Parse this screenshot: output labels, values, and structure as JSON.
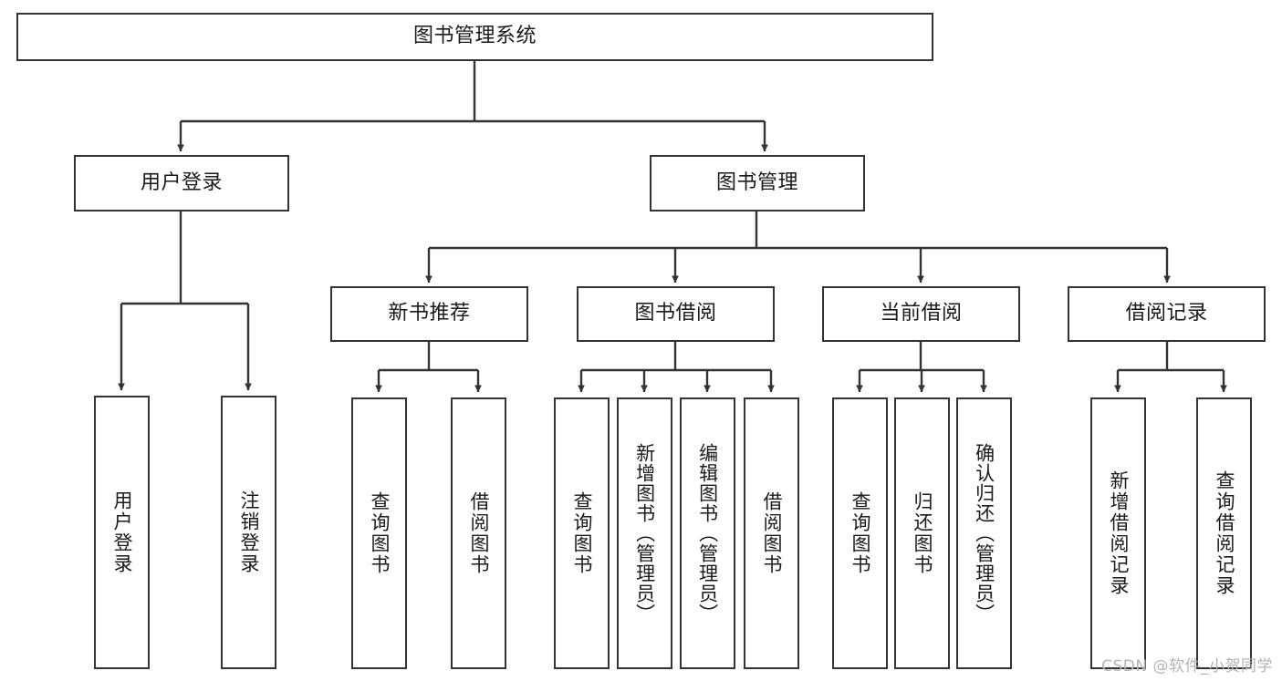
{
  "diagram": {
    "kind": "tree-structure-chart",
    "title": "图书管理系统",
    "watermark": "CSDN @软件_小贺同学",
    "colors": {
      "stroke": "#333333",
      "fill": "#ffffff",
      "text": "#1a1a1a",
      "watermark": "#b4b4b4"
    },
    "nodes": {
      "root": {
        "label": "图书管理系统"
      },
      "level2": [
        {
          "id": "user-login",
          "label": "用户登录"
        },
        {
          "id": "book-manage",
          "label": "图书管理"
        }
      ],
      "level3": [
        {
          "id": "new-book-recommend",
          "label": "新书推荐"
        },
        {
          "id": "book-borrow",
          "label": "图书借阅"
        },
        {
          "id": "current-borrow",
          "label": "当前借阅"
        },
        {
          "id": "borrow-record",
          "label": "借阅记录"
        }
      ],
      "leaves": {
        "user_login": [
          {
            "id": "leaf-user-login",
            "label": "用户登录"
          },
          {
            "id": "leaf-logout-login",
            "label": "注销登录"
          }
        ],
        "new_book_recommend": [
          {
            "id": "leaf-query-book-1",
            "label": "查询图书"
          },
          {
            "id": "leaf-borrow-book-1",
            "label": "借阅图书"
          }
        ],
        "book_borrow": [
          {
            "id": "leaf-query-book-2",
            "label": "查询图书"
          },
          {
            "id": "leaf-add-book",
            "label": "新增图书（管理员）"
          },
          {
            "id": "leaf-edit-book",
            "label": "编辑图书（管理员）"
          },
          {
            "id": "leaf-borrow-book-2",
            "label": "借阅图书"
          }
        ],
        "current_borrow": [
          {
            "id": "leaf-query-book-3",
            "label": "查询图书"
          },
          {
            "id": "leaf-return-book",
            "label": "归还图书"
          },
          {
            "id": "leaf-confirm-return",
            "label": "确认归还（管理员）"
          }
        ],
        "borrow_record": [
          {
            "id": "leaf-add-record",
            "label": "新增借阅记录"
          },
          {
            "id": "leaf-query-record",
            "label": "查询借阅记录"
          }
        ]
      }
    }
  }
}
